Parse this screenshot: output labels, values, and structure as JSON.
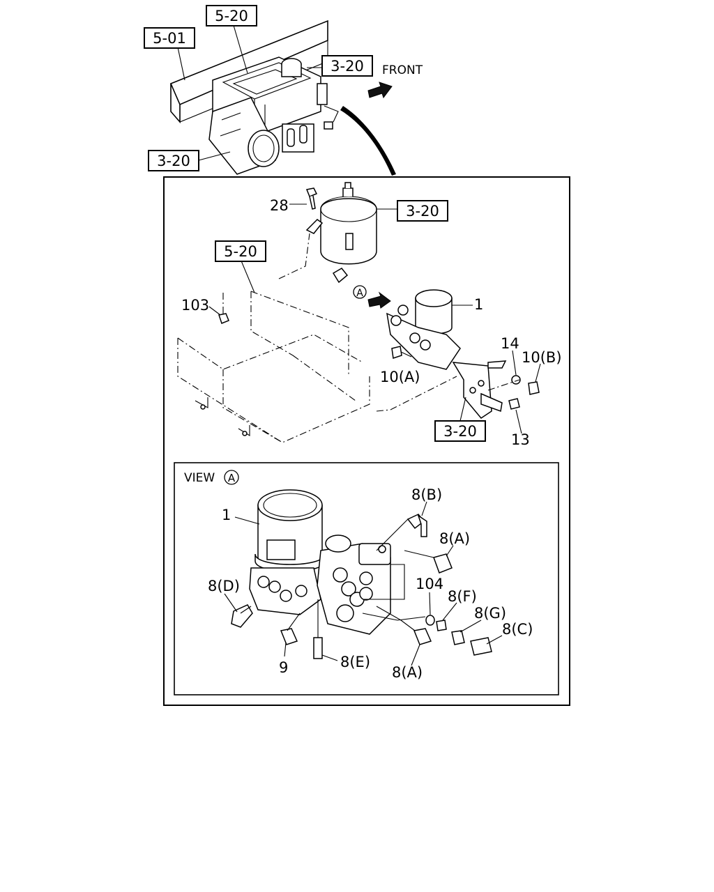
{
  "refs": {
    "r501": "5-01",
    "r520_top": "5-20",
    "r320_top_right": "3-20",
    "r320_top_left": "3-20",
    "r320_tank": "3-20",
    "r520_main": "5-20",
    "r320_bracket": "3-20"
  },
  "top": {
    "front_label": "FRONT"
  },
  "main": {
    "callout_28": "28",
    "callout_1": "1",
    "callout_103": "103",
    "callout_14": "14",
    "callout_10b": "10(B)",
    "callout_10a": "10(A)",
    "callout_13": "13",
    "view_marker": "A"
  },
  "view": {
    "title": "VIEW",
    "marker": "A",
    "callout_1": "1",
    "callout_8b": "8(B)",
    "callout_8a_upper": "8(A)",
    "callout_8d": "8(D)",
    "callout_104": "104",
    "callout_8f": "8(F)",
    "callout_8g": "8(G)",
    "callout_8c": "8(C)",
    "callout_9": "9",
    "callout_8e": "8(E)",
    "callout_8a_lower": "8(A)"
  }
}
